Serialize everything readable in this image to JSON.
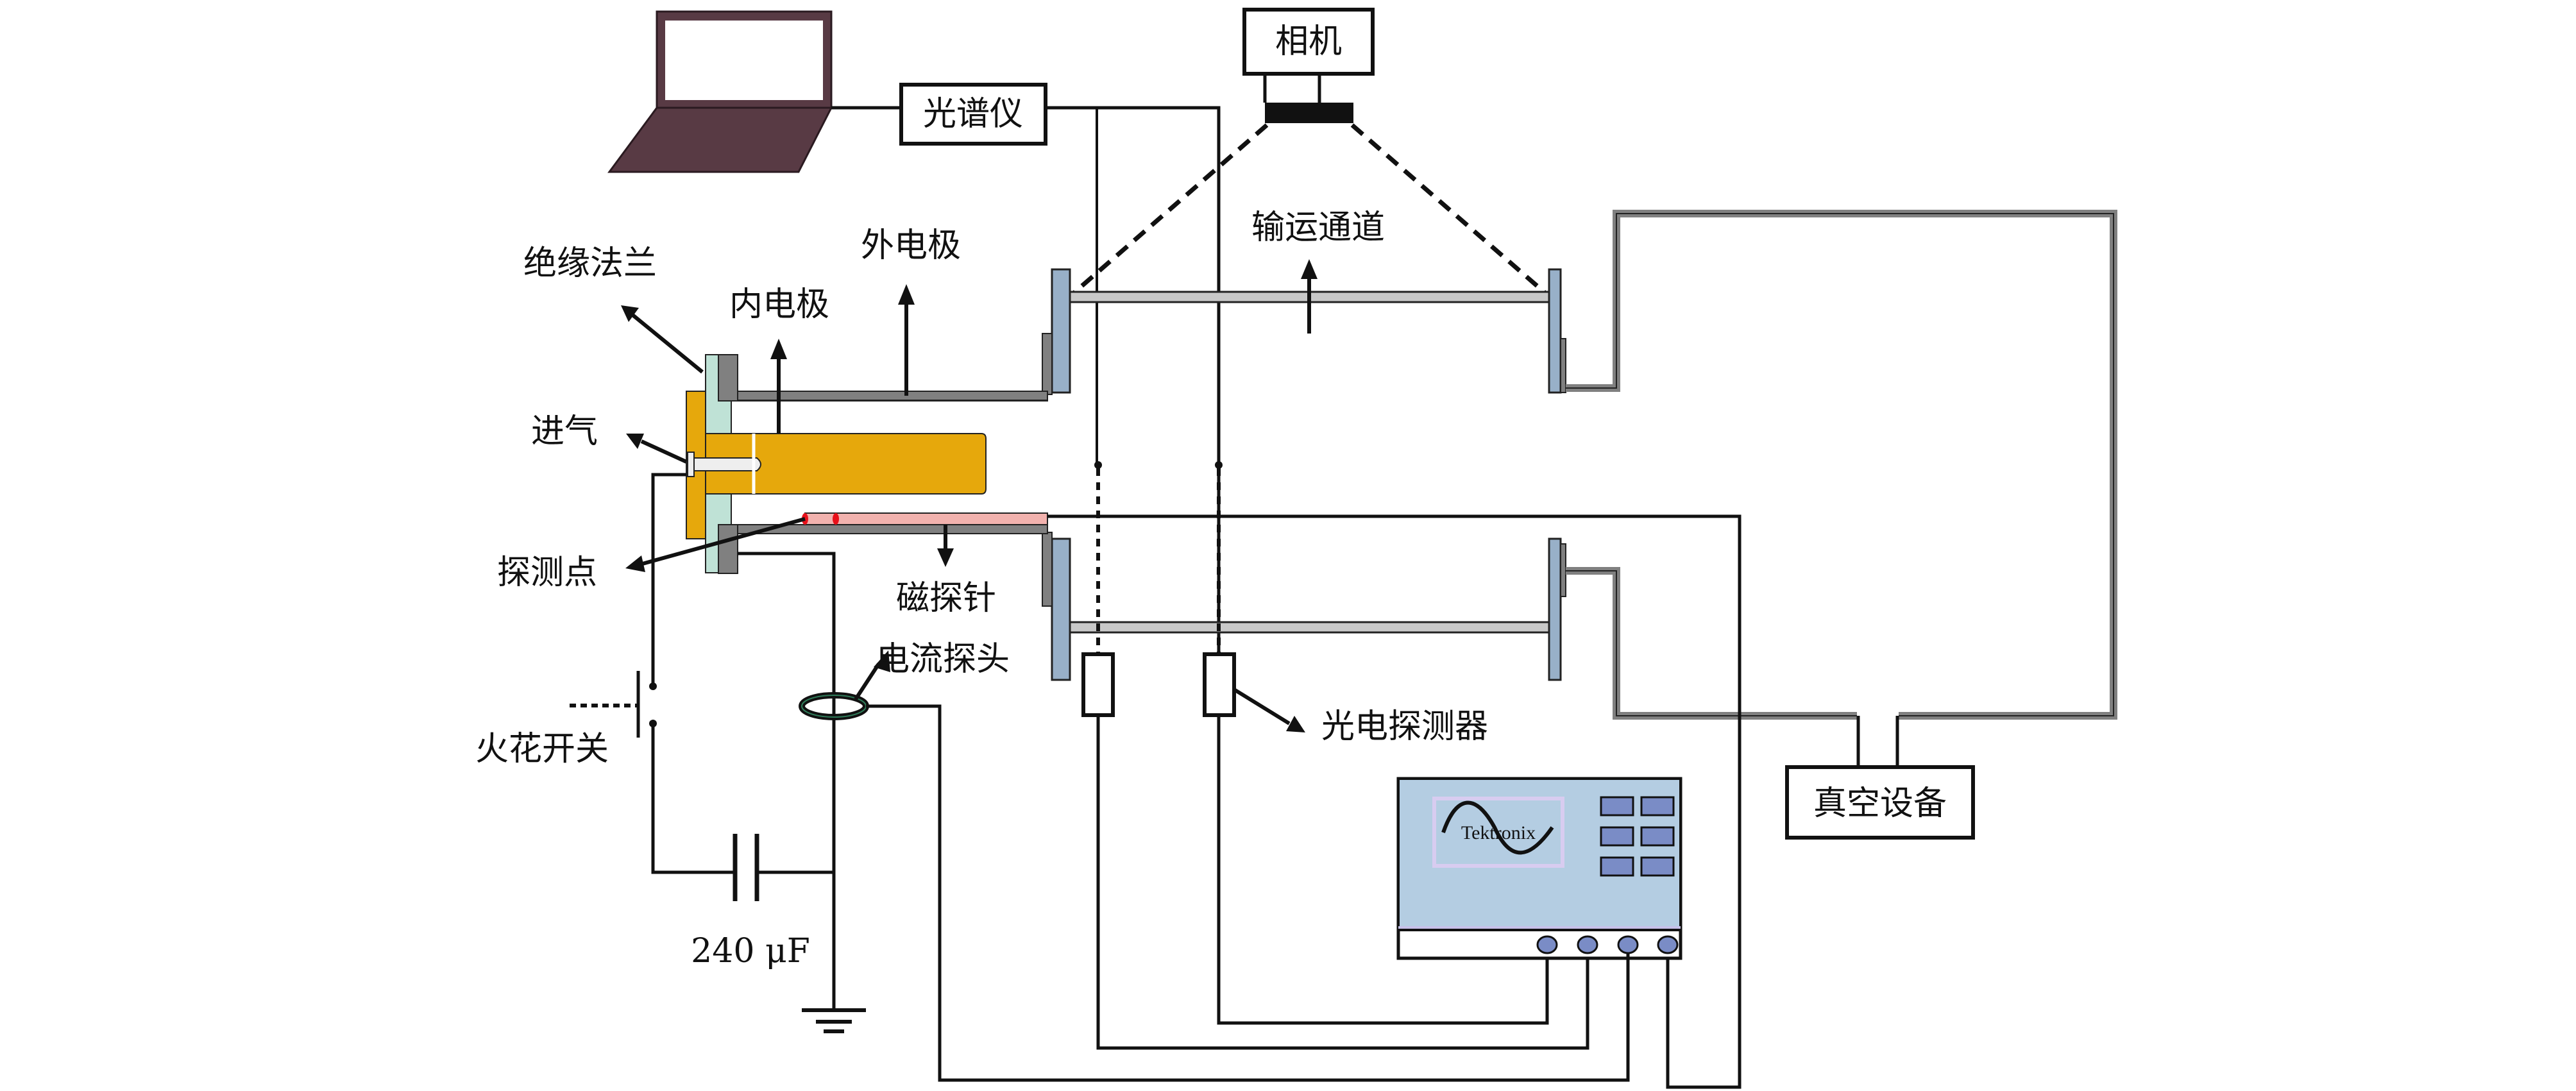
{
  "title": "同轴等离子体枪实验装置示意图",
  "labels": {
    "spectrometer": "光谱仪",
    "camera": "相机",
    "transport_channel": "输运通道",
    "outer_electrode": "外电极",
    "insulating_flange": "绝缘法兰",
    "inner_electrode": "内电极",
    "gas_inlet": "进气",
    "probe_point": "探测点",
    "magnetic_probe": "磁探针",
    "current_probe": "电流探头",
    "spark_switch": "火花开关",
    "capacitance": "240 μF",
    "photodetector": "光电探测器",
    "vacuum_equipment": "真空设备",
    "oscilloscope_brand": "Tektronix"
  },
  "components": {
    "capacitor_value_uF": 240,
    "oscilloscope_channels": 4,
    "oscilloscope_buttons": 6,
    "photodetector_count": 2,
    "probe_points": 2
  },
  "colors": {
    "laptop": "#583a44",
    "inner_electrode": "#e6a80c",
    "insulator": "#bfe2d6",
    "electrode_wall": "#808080",
    "flange": "#98b0c8",
    "rod": "#c8c8c8",
    "magnetic_probe": "#f2b2ae",
    "probe_dot": "#e8101a",
    "oscilloscope_body": "#b4cde2",
    "oscilloscope_button": "#7a8cc6"
  }
}
